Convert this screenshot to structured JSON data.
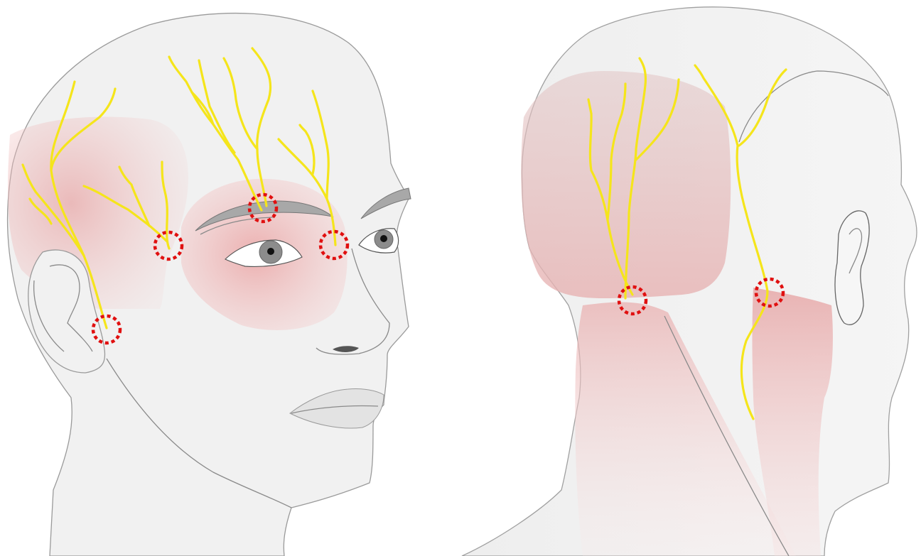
{
  "figure": {
    "views": [
      {
        "name": "front-oblique-head",
        "trigger_sites": 4,
        "nerve_branches": 4
      },
      {
        "name": "posterior-oblique-head",
        "trigger_sites": 2,
        "nerve_branches": 2
      }
    ],
    "colors": {
      "nerve": "#f5e51b",
      "trigger_site": "#e01010",
      "pain_area": "#e8a0a0",
      "skin": "#f1f1f1",
      "outline": "#8a8a8a"
    }
  }
}
